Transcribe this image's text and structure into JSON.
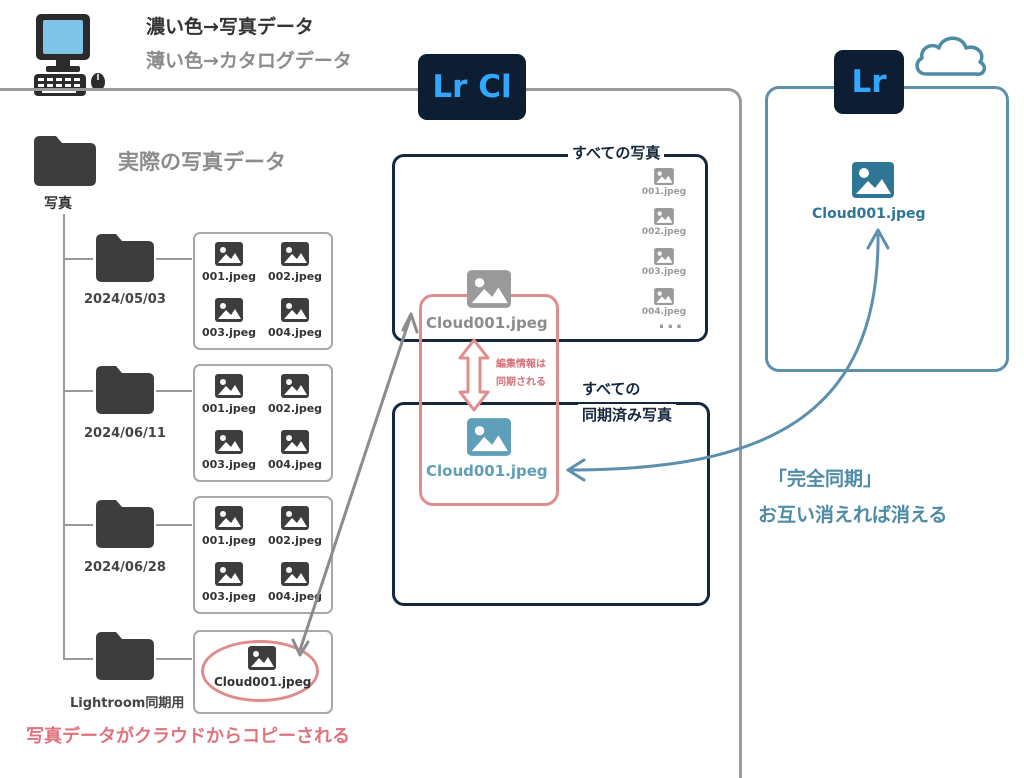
{
  "legend": {
    "dark": "濃い色→写真データ",
    "light": "薄い色→カタログデータ"
  },
  "badges": {
    "classic": "Lr Cl",
    "cloud": "Lr"
  },
  "folder_tree": {
    "title": "実際の写真データ",
    "root": "写真",
    "folders": [
      {
        "name": "2024/05/03",
        "files": [
          "001.jpeg",
          "002.jpeg",
          "003.jpeg",
          "004.jpeg"
        ]
      },
      {
        "name": "2024/06/11",
        "files": [
          "001.jpeg",
          "002.jpeg",
          "003.jpeg",
          "004.jpeg"
        ]
      },
      {
        "name": "2024/06/28",
        "files": [
          "001.jpeg",
          "002.jpeg",
          "003.jpeg",
          "004.jpeg"
        ]
      },
      {
        "name": "Lightroom同期用",
        "files": [
          "Cloud001.jpeg"
        ]
      }
    ]
  },
  "catalog": {
    "all_photos": {
      "title": "すべての写真",
      "thumbs": [
        "001.jpeg",
        "002.jpeg",
        "003.jpeg",
        "004.jpeg"
      ],
      "more": "..."
    },
    "synced": {
      "title_line1": "すべての",
      "title_line2": "同期済み写真"
    },
    "cloud_file_gray": "Cloud001.jpeg",
    "cloud_file_blue": "Cloud001.jpeg",
    "edit_note_line1": "編集情報は",
    "edit_note_line2": "同期される"
  },
  "cloud": {
    "file": "Cloud001.jpeg"
  },
  "annotations": {
    "sync_line1": "「完全同期」",
    "sync_line2": "お互い消えれば消える",
    "copy": "写真データがクラウドからコピーされる"
  },
  "colors": {
    "dark_navy": "#15273d",
    "lr_blue": "#31a8ff",
    "pink": "#e08c8c",
    "teal": "#4d8ba6",
    "gray": "#9a9a9a"
  }
}
